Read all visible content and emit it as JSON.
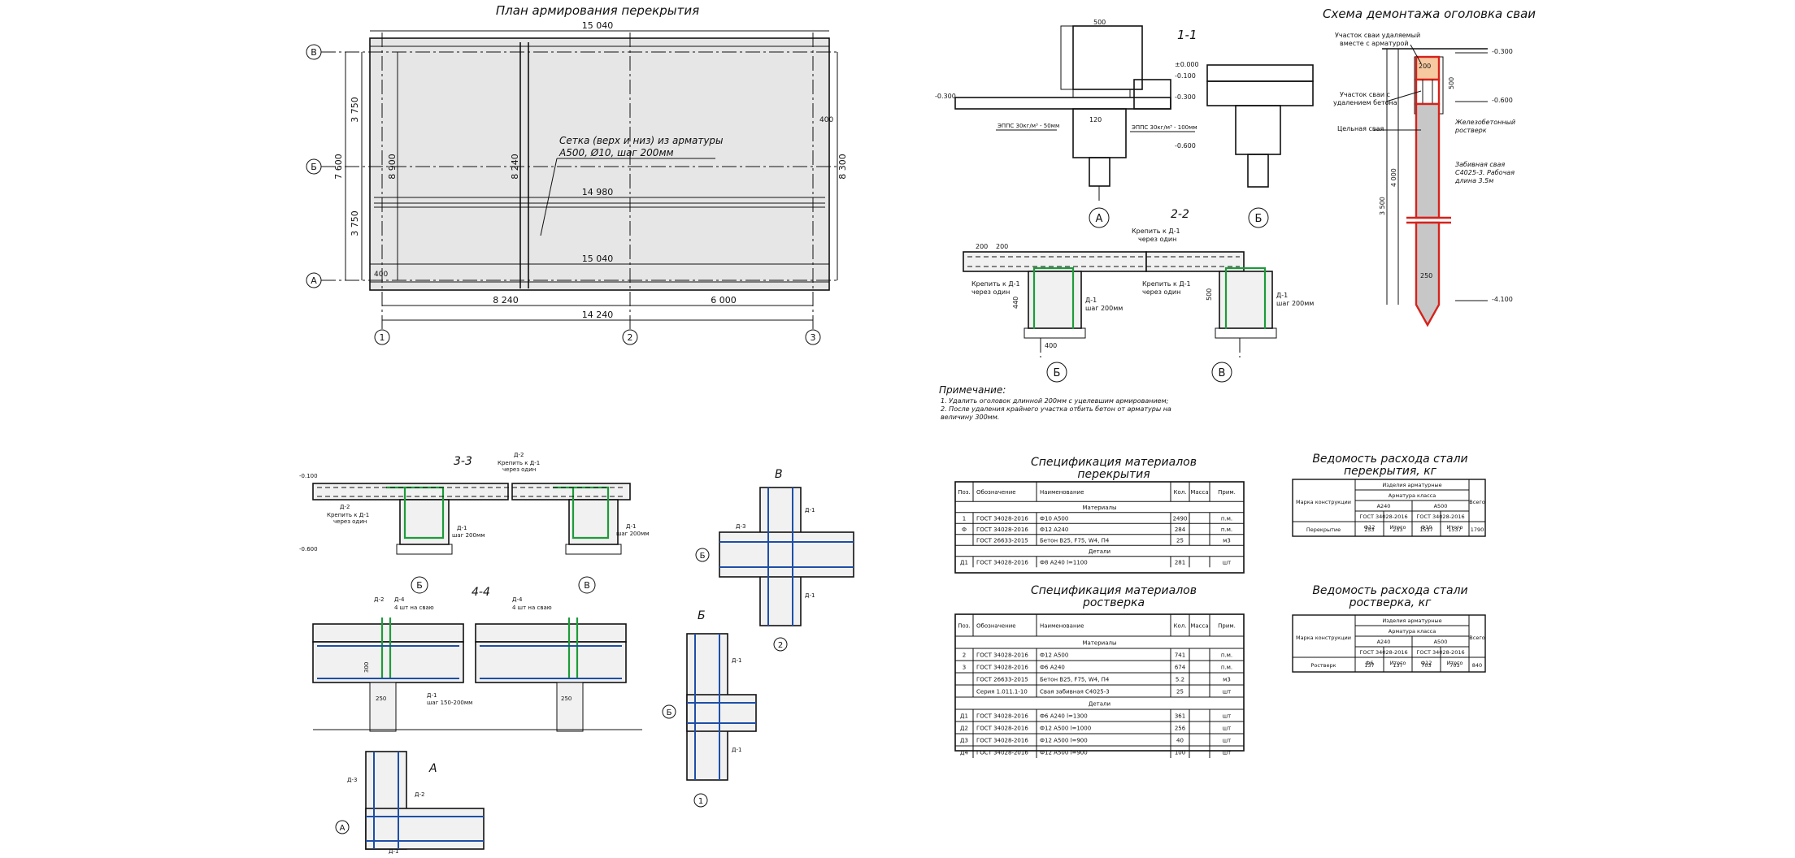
{
  "plan": {
    "title": "План армирования перекрытия",
    "dim_top": "15 040",
    "dim_mid": "14 980",
    "dim_low": "15 040",
    "dim_seg1": "8 240",
    "dim_seg2": "6 000",
    "dim_total": "14 240",
    "dim_left1": "3 750",
    "dim_left2": "3 750",
    "dim_left_total": "7 600",
    "dim_inner_left": "8 900",
    "dim_inner_mid": "8 240",
    "dim_right": "8 300",
    "dim_small_400": "400",
    "callout_line1": "Сетка (верх и низ) из арматуры",
    "callout_line2": "А500, Ø10, шаг 200мм",
    "axis_v": "В",
    "axis_b": "Б",
    "axis_a": "А",
    "axis_1": "1",
    "axis_2": "2",
    "axis_3": "3"
  },
  "sect11": {
    "title": "1-1",
    "lvl1": "-0.300",
    "lvl2": "±0.000",
    "lvl3": "-0.100",
    "lvl4": "-0.300",
    "lvl5": "-0.600",
    "dim_500": "500",
    "dim_120": "120",
    "note_eps1": "ЭППС 30кг/м³ - 50мм",
    "note_eps2": "ЭППС 30кг/м³ - 100мм",
    "axis_a": "А",
    "axis_b": "Б"
  },
  "sect22": {
    "title": "2-2",
    "callout1": "Крепить к Д-1",
    "callout1b": "через один",
    "callout2": "Крепить к Д-1",
    "callout2b": "через один",
    "callout3": "Д-1",
    "callout3b": "шаг 200мм",
    "dim_200a": "200",
    "dim_200b": "200",
    "dim_400": "400",
    "dim_440": "440",
    "dim_500": "500",
    "axis_b": "Б",
    "axis_v": "В"
  },
  "pile": {
    "title": "Схема демонтажа оголовка сваи",
    "label1": "Участок сваи удаляемый",
    "label1b": "вместе с арматурой",
    "label2": "Участок сваи с",
    "label2b": "удалением бетона",
    "label3": "Цельная свая",
    "label4": "Железобетонный",
    "label4b": "ростверк",
    "label5": "Забивная свая",
    "label5b": "С4025-3. Рабочая",
    "label5c": "длина 3.5м",
    "lvl1": "-0.300",
    "lvl2": "-0.600",
    "lvl3": "-4.100",
    "dim_200": "200",
    "dim_500": "500",
    "dim_3500": "3 500",
    "dim_4000": "4 000",
    "dim_250": "250"
  },
  "note": {
    "title": "Примечание:",
    "line1": "1. Удалить оголовок длинной 200мм с уцелевшим армированием;",
    "line2": "2. После удаления крайнего участка отбить бетон от арматуры на",
    "line3": "величину 300мм."
  },
  "sect33": {
    "title": "3-3",
    "c1": "Д-2",
    "c2": "Крепить к Д-1",
    "c2b": "через один",
    "c3": "Д-2",
    "c4": "Крепить к Д-1",
    "c4b": "через один",
    "c5": "Д-1",
    "c5b": "шаг 200мм",
    "c6": "Д-1",
    "c6b": "шаг 200мм",
    "lvl1": "-0.100",
    "lvl2": "-0.600",
    "axis_b": "Б",
    "axis_v": "В"
  },
  "sect44": {
    "title": "4-4",
    "c1": "Д-2",
    "c2": "Д-4",
    "c2b": "4 шт на сваю",
    "c3": "Д-4",
    "c3b": "4 шт на сваю",
    "c4": "Д-1",
    "c4b": "шаг 150-200мм",
    "dim_300": "300",
    "dim_250": "250"
  },
  "nodes": {
    "label_a": "А",
    "label_b": "Б",
    "label_v": "В",
    "d1": "Д-1",
    "d2": "Д-2",
    "d3": "Д-3",
    "ax_a": "А",
    "ax_b": "Б",
    "ax_1": "1",
    "ax_2": "2"
  },
  "spec1": {
    "title1": "Спецификация материалов",
    "title2": "перекрытия",
    "headers": [
      "Поз.",
      "Обозначение",
      "Наименование",
      "Кол.",
      "Масса",
      "Прим."
    ],
    "group1": "Материалы",
    "rows1": [
      [
        "1",
        "ГОСТ 34028-2016",
        "Ф10 А500",
        "2490",
        "",
        "п.м."
      ],
      [
        "Ф",
        "ГОСТ 34028-2016",
        "Ф12 А240",
        "284",
        "",
        "п.м."
      ],
      [
        "",
        "ГОСТ 26633-2015",
        "Бетон В25, F75, W4, П4",
        "25",
        "",
        "м3"
      ]
    ],
    "group2": "Детали",
    "rows2": [
      [
        "Д1",
        "ГОСТ 34028-2016",
        "Ф8 А240      l=1100",
        "281",
        "",
        "шт"
      ]
    ]
  },
  "spec2": {
    "title1": "Спецификация материалов",
    "title2": "ростверка",
    "headers": [
      "Поз.",
      "Обозначение",
      "Наименование",
      "Кол.",
      "Масса",
      "Прим."
    ],
    "group1": "Материалы",
    "rows1": [
      [
        "2",
        "ГОСТ 34028-2016",
        "Ф12 А500",
        "741",
        "",
        "п.м."
      ],
      [
        "3",
        "ГОСТ 34028-2016",
        "Ф6 А240",
        "674",
        "",
        "п.м."
      ],
      [
        "",
        "ГОСТ 26633-2015",
        "Бетон В25, F75, W4, П4",
        "5.2",
        "",
        "м3"
      ],
      [
        "",
        "Серия 1.011.1-10",
        "Свая забивная С4025-3",
        "25",
        "",
        "шт"
      ]
    ],
    "group2": "Детали",
    "rows2": [
      [
        "Д1",
        "ГОСТ 34028-2016",
        "Ф6 А240      l=1300",
        "361",
        "",
        "шт"
      ],
      [
        "Д2",
        "ГОСТ 34028-2016",
        "Ф12 А500     l=1000",
        "256",
        "",
        "шт"
      ],
      [
        "Д3",
        "ГОСТ 34028-2016",
        "Ф12 А500     l=900",
        "40",
        "",
        "шт"
      ],
      [
        "Д4",
        "ГОСТ 34028-2016",
        "Ф12 А500     l=900",
        "100",
        "",
        "шт"
      ]
    ]
  },
  "steel1": {
    "title1": "Ведомость расхода стали",
    "title2": "перекрытия, кг",
    "h_items": "Изделия арматурные",
    "h_class": "Арматура класса",
    "h_mark": "Марка конструкции",
    "h_a240": "А240",
    "h_a500": "А500",
    "h_gost1": "ГОСТ 34028-2016",
    "h_gost2": "ГОСТ 34028-2016",
    "h_total": "Всего",
    "sub": [
      "Ф12",
      "Итого",
      "Ф10",
      "Итого"
    ],
    "row": [
      "Перекрытие",
      "253",
      "253",
      "1537",
      "1537",
      "1790"
    ]
  },
  "steel2": {
    "title1": "Ведомость расхода стали",
    "title2": "ростверка, кг",
    "h_items": "Изделия арматурные",
    "h_class": "Арматура класса",
    "h_mark": "Марка конструкции",
    "h_a240": "А240",
    "h_a500": "А500",
    "h_gost1": "ГОСТ 34028-2016",
    "h_gost2": "ГОСТ 34028-2016",
    "h_total": "Всего",
    "sub": [
      "Ф6",
      "Итого",
      "Ф12",
      "Итого"
    ],
    "row": [
      "Ростверк",
      "137",
      "137",
      "703",
      "703",
      "840"
    ]
  }
}
